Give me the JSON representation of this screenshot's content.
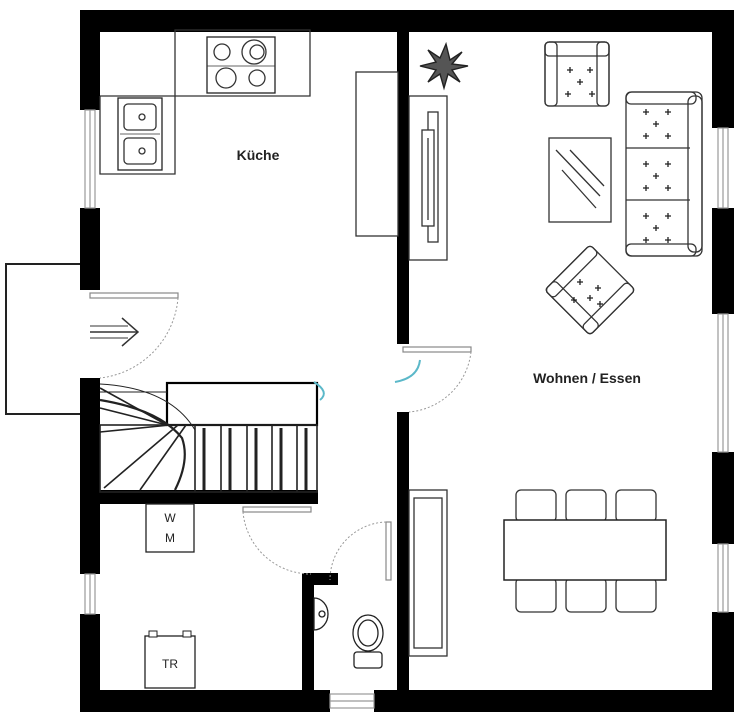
{
  "rooms": {
    "kitchen": "Küche",
    "living": "Wohnen / Essen"
  },
  "appliances": {
    "washer_line1": "W",
    "washer_line2": "M",
    "dryer": "TR"
  },
  "colors": {
    "wall": "#000000",
    "line": "#333333",
    "accent": "#5bb8c9",
    "window": "#aaaaaa"
  }
}
